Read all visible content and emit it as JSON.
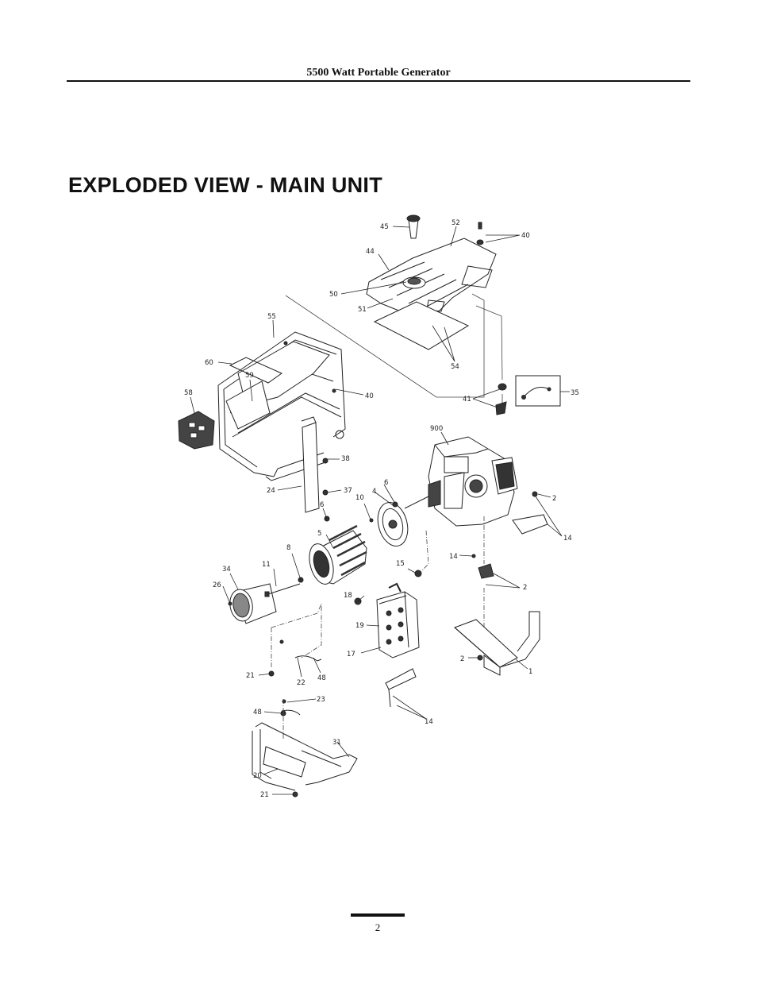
{
  "header": {
    "title": "5500 Watt Portable Generator"
  },
  "page": {
    "title": "EXPLODED VIEW - MAIN UNIT",
    "number": "2"
  },
  "diagram": {
    "part_labels": {
      "p45": "45",
      "p52": "52",
      "p40a": "40",
      "p44": "44",
      "p50": "50",
      "p51": "51",
      "p54": "54",
      "p55": "55",
      "p60": "60",
      "p59": "59",
      "p40b": "40",
      "p58": "58",
      "p41": "41",
      "p35": "35",
      "p900": "900",
      "p38": "38",
      "p24": "24",
      "p37": "37",
      "p6a": "6",
      "p4": "4",
      "p10": "10",
      "p2a": "2",
      "p14a": "14",
      "p6b": "6",
      "p5": "5",
      "p8": "8",
      "p34": "34",
      "p11": "11",
      "p26": "26",
      "p15": "15",
      "p14b": "14",
      "p2b": "2",
      "p18": "18",
      "p19": "19",
      "p17": "17",
      "p2c": "2",
      "p1": "1",
      "p21a": "21",
      "p22": "22",
      "p48a": "48",
      "p23": "23",
      "p48b": "48",
      "p14c": "14",
      "p31": "31",
      "p20": "20",
      "p21b": "21"
    }
  }
}
